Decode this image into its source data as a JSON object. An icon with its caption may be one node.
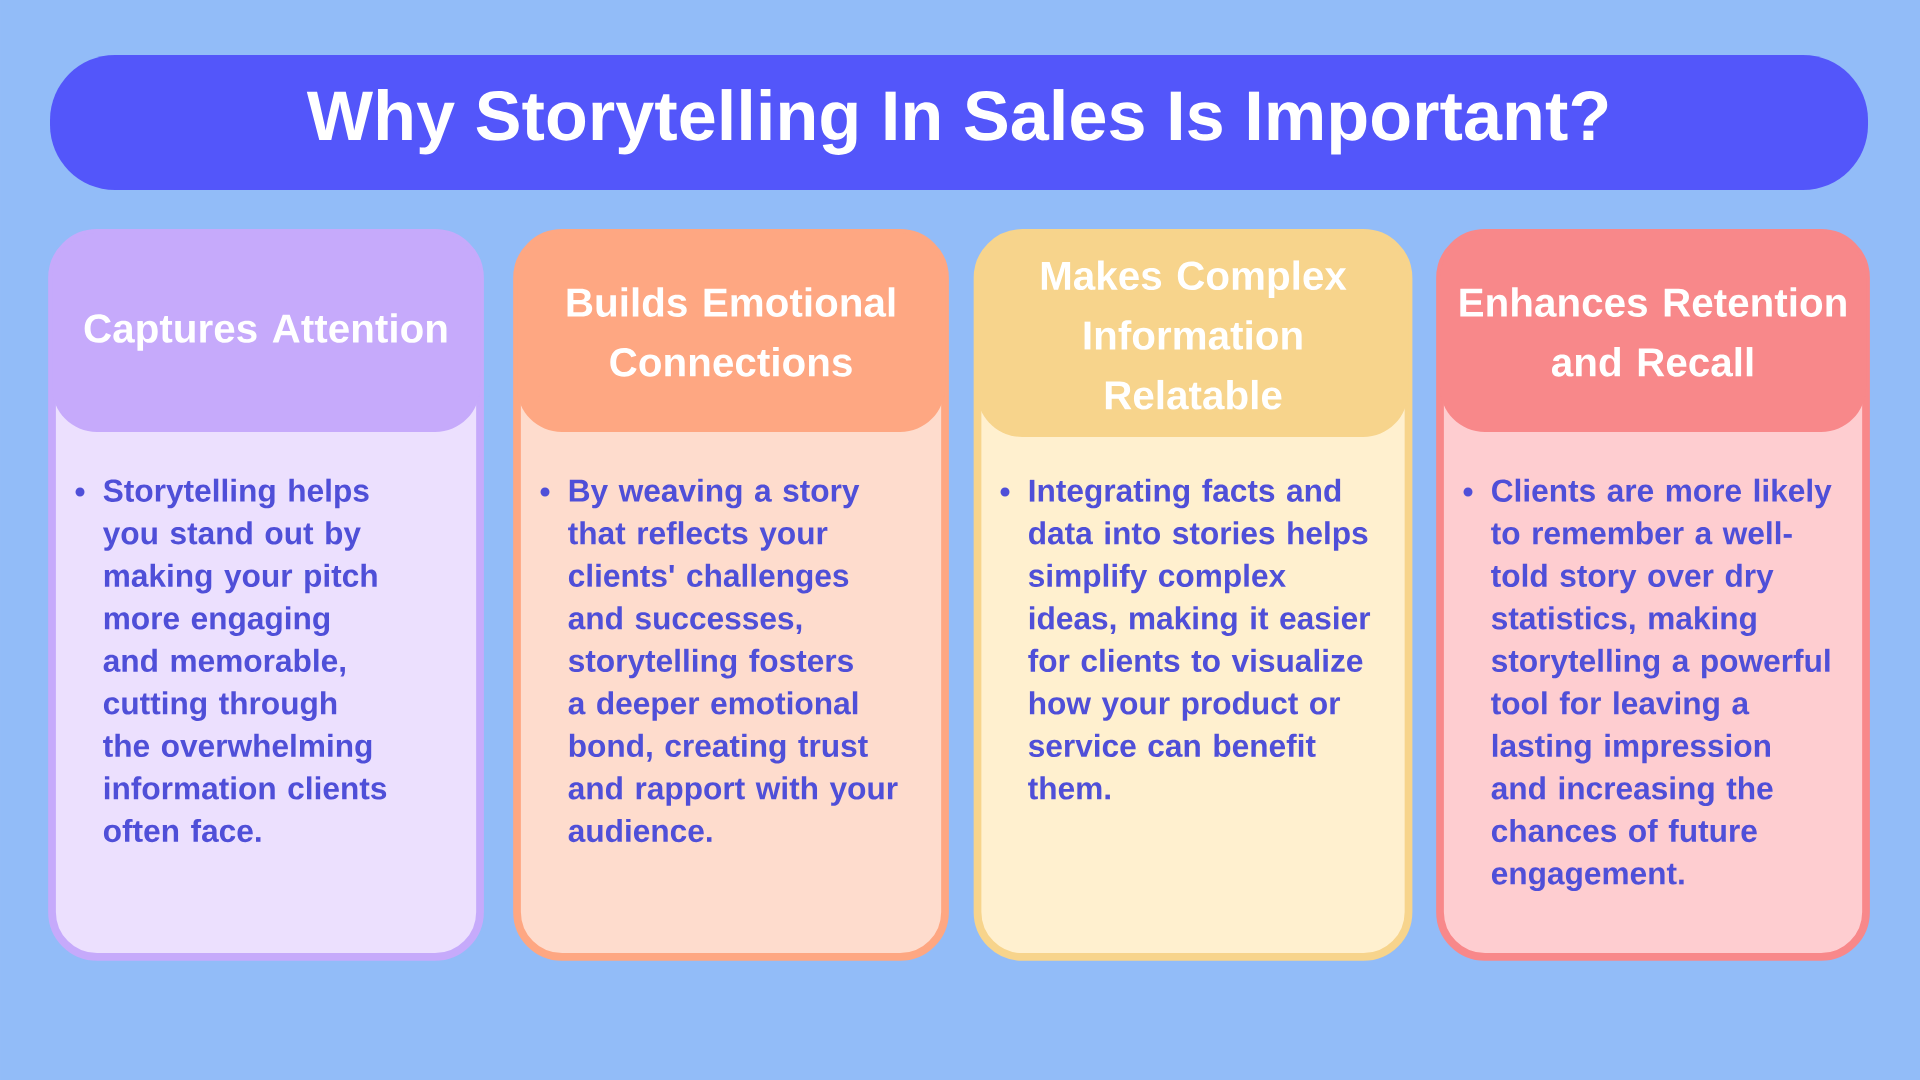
{
  "diagram": {
    "title": "Why Storytelling In Sales Is Important?",
    "nodes": [
      {
        "text": [
          "Captures Attention",
          "Storytelling helps you stand out by making your pitch more engaging and memorable, cutting through the overwhelming information clients often face."
        ]
      },
      {
        "text": [
          "Builds Emotional Connections",
          "By weaving a story that reflects your clients' challenges and successes, storytelling fosters a deeper emotional bond, creating trust and rapport with your audience."
        ]
      },
      {
        "text": [
          "Makes Complex Information Relatable",
          "Integrating facts and data into stories helps simplify complex ideas, making it easier for clients to visualize how your product or service can benefit them."
        ]
      },
      {
        "text": [
          "Enhances Retention and Recall",
          "Clients are more likely to remember a well-told story over dry statistics, making storytelling a powerful tool for leaving a lasting impression and increasing the chances of future engagement."
        ]
      }
    ]
  }
}
